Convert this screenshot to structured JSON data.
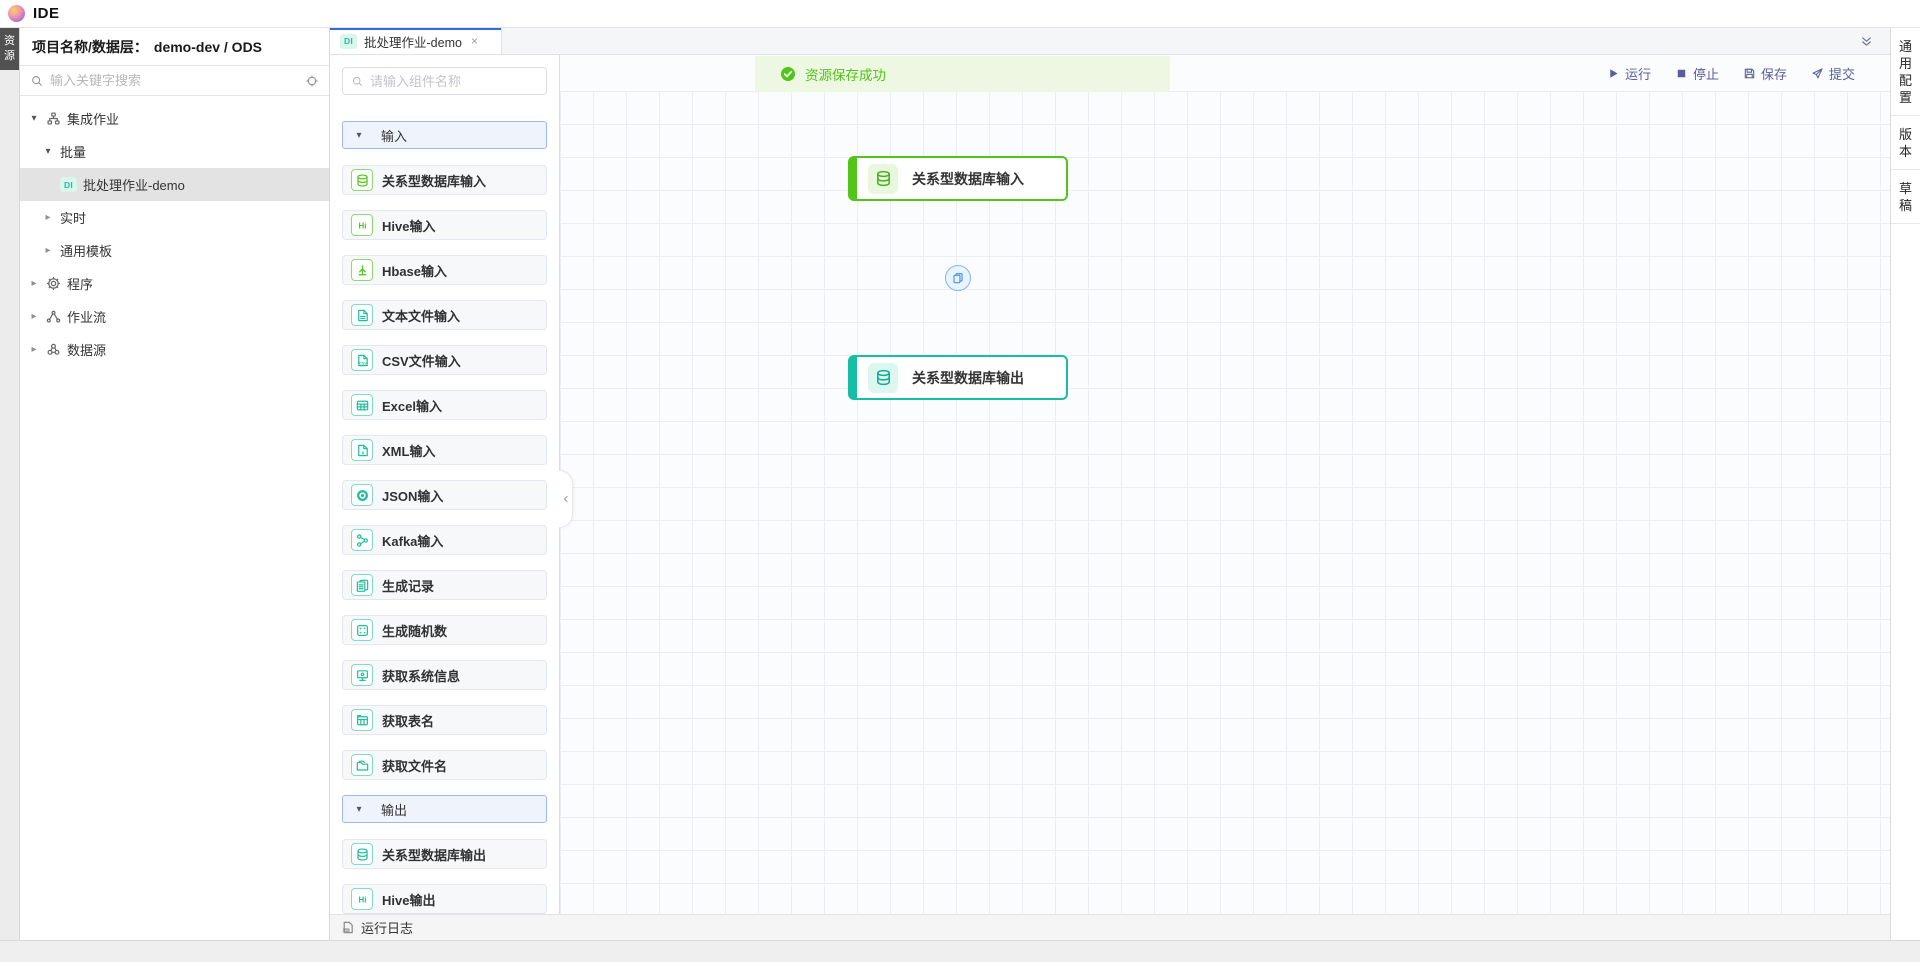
{
  "app": {
    "title": "IDE"
  },
  "left_rail": {
    "tab": "资源"
  },
  "explorer": {
    "header_label": "项目名称/数据层：",
    "header_value": "demo-dev / ODS",
    "search_placeholder": "输入关键字搜索",
    "tree": [
      {
        "label": "集成作业",
        "level": 1,
        "icon": "hier",
        "state": "expanded"
      },
      {
        "label": "批量",
        "level": 2,
        "state": "expanded"
      },
      {
        "label": "批处理作业-demo",
        "level": 3,
        "badge": "DI",
        "selected": true
      },
      {
        "label": "实时",
        "level": 2,
        "state": "collapsed"
      },
      {
        "label": "通用模板",
        "level": 2,
        "state": "collapsed"
      },
      {
        "label": "程序",
        "level": 1,
        "icon": "gear",
        "state": "collapsed"
      },
      {
        "label": "作业流",
        "level": 1,
        "icon": "flow",
        "state": "collapsed"
      },
      {
        "label": "数据源",
        "level": 1,
        "icon": "datasource",
        "state": "collapsed"
      }
    ]
  },
  "tabbar": {
    "tab_badge": "DI",
    "tab_label": "批处理作业-demo",
    "close": "×"
  },
  "palette": {
    "search_placeholder": "请输入组件名称",
    "sections": [
      {
        "label": "输入",
        "items": [
          {
            "label": "关系型数据库输入",
            "icon": "db",
            "color": "green"
          },
          {
            "label": "Hive输入",
            "icon": "hive",
            "color": "green"
          },
          {
            "label": "Hbase输入",
            "icon": "hbase",
            "color": "green"
          },
          {
            "label": "文本文件输入",
            "icon": "doc",
            "color": "teal"
          },
          {
            "label": "CSV文件输入",
            "icon": "csv",
            "color": "teal"
          },
          {
            "label": "Excel输入",
            "icon": "table",
            "color": "teal"
          },
          {
            "label": "XML输入",
            "icon": "xml",
            "color": "teal"
          },
          {
            "label": "JSON输入",
            "icon": "json",
            "color": "teal"
          },
          {
            "label": "Kafka输入",
            "icon": "kafka",
            "color": "teal"
          },
          {
            "label": "生成记录",
            "icon": "record",
            "color": "teal"
          },
          {
            "label": "生成随机数",
            "icon": "dice",
            "color": "teal"
          },
          {
            "label": "获取系统信息",
            "icon": "monitor",
            "color": "teal"
          },
          {
            "label": "获取表名",
            "icon": "tablename",
            "color": "teal"
          },
          {
            "label": "获取文件名",
            "icon": "folder",
            "color": "teal"
          }
        ]
      },
      {
        "label": "输出",
        "items": [
          {
            "label": "关系型数据库输出",
            "icon": "db",
            "color": "teal"
          },
          {
            "label": "Hive输出",
            "icon": "hive",
            "color": "teal"
          }
        ]
      }
    ]
  },
  "canvas": {
    "toast_text": "资源保存成功",
    "toolbar": [
      {
        "label": "运行",
        "icon": "play"
      },
      {
        "label": "停止",
        "icon": "stop"
      },
      {
        "label": "保存",
        "icon": "save"
      },
      {
        "label": "提交",
        "icon": "send"
      }
    ],
    "nodes": [
      {
        "label": "关系型数据库输入",
        "type": "input"
      },
      {
        "label": "关系型数据库输出",
        "type": "output"
      }
    ]
  },
  "right_rail": {
    "tabs": [
      "通用配置",
      "版本",
      "草稿"
    ]
  },
  "bottom": {
    "log_label": "运行日志"
  },
  "colors": {
    "input_node": "#52c41a",
    "output_node": "#17bda4",
    "tab_accent": "#2f6bdd",
    "toolbar_text": "#5a5e9e",
    "toast_green": "#52c41a"
  }
}
